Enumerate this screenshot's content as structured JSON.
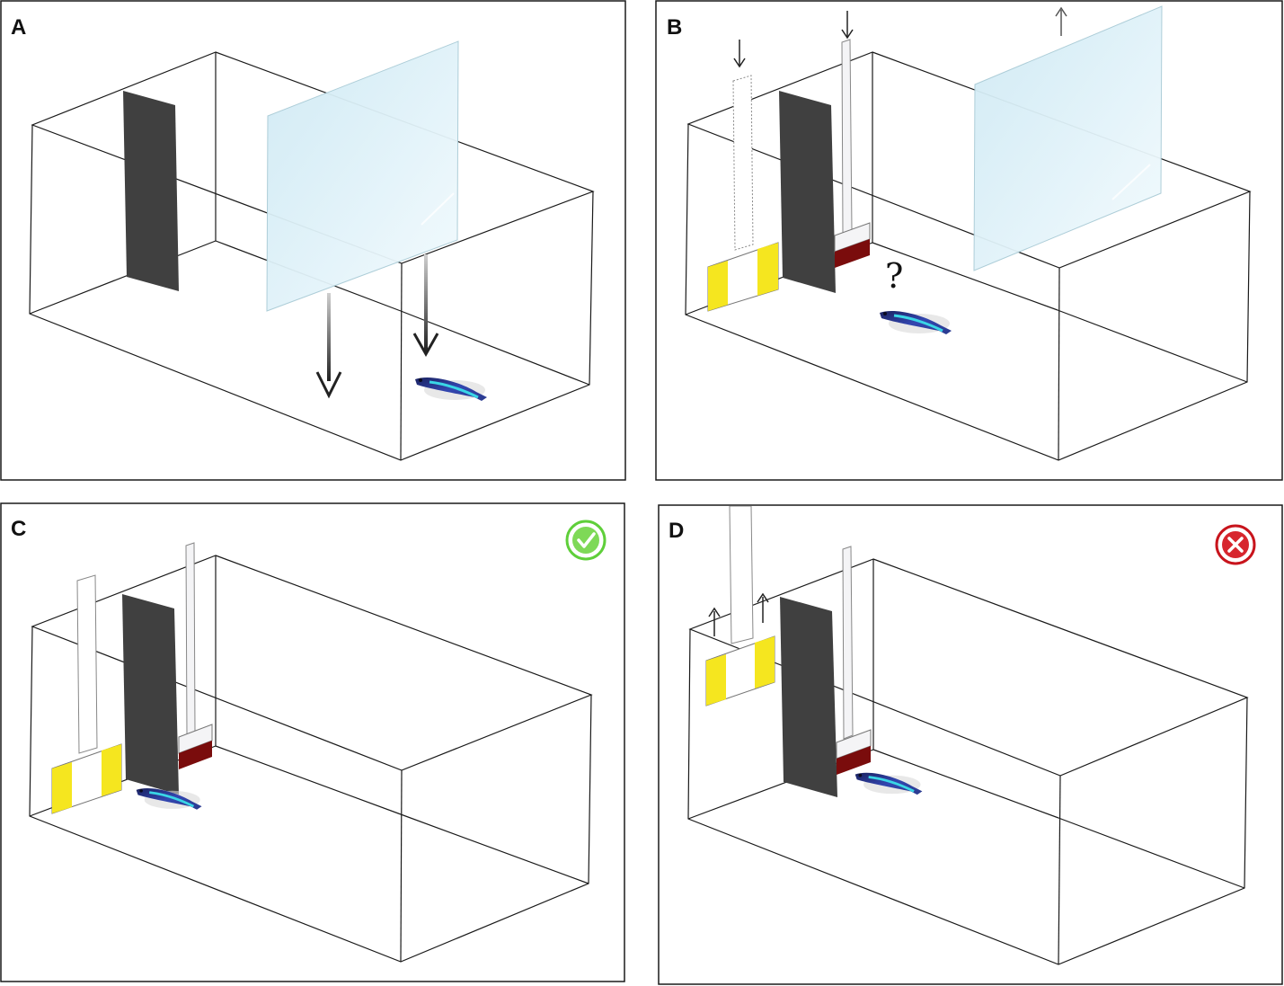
{
  "figure": {
    "panels": [
      {
        "id": "A",
        "label": "A",
        "description_marks": [
          "dark-divider",
          "glass-plate",
          "down-arrow",
          "fish"
        ]
      },
      {
        "id": "B",
        "label": "B",
        "question_mark": "?"
      },
      {
        "id": "C",
        "label": "C",
        "result_icon": "check-circle-icon"
      },
      {
        "id": "D",
        "label": "D",
        "result_icon": "cross-circle-icon"
      }
    ]
  },
  "colors": {
    "glass": "#d6eef6",
    "divider": "#404040",
    "yellow_door": "#f5e61f",
    "red_door": "#7a0c0c",
    "success": "#5fcf3a",
    "failure": "#c8141c",
    "fish_body": "#2a3a8c",
    "fish_stripe": "#3ad6e6"
  }
}
